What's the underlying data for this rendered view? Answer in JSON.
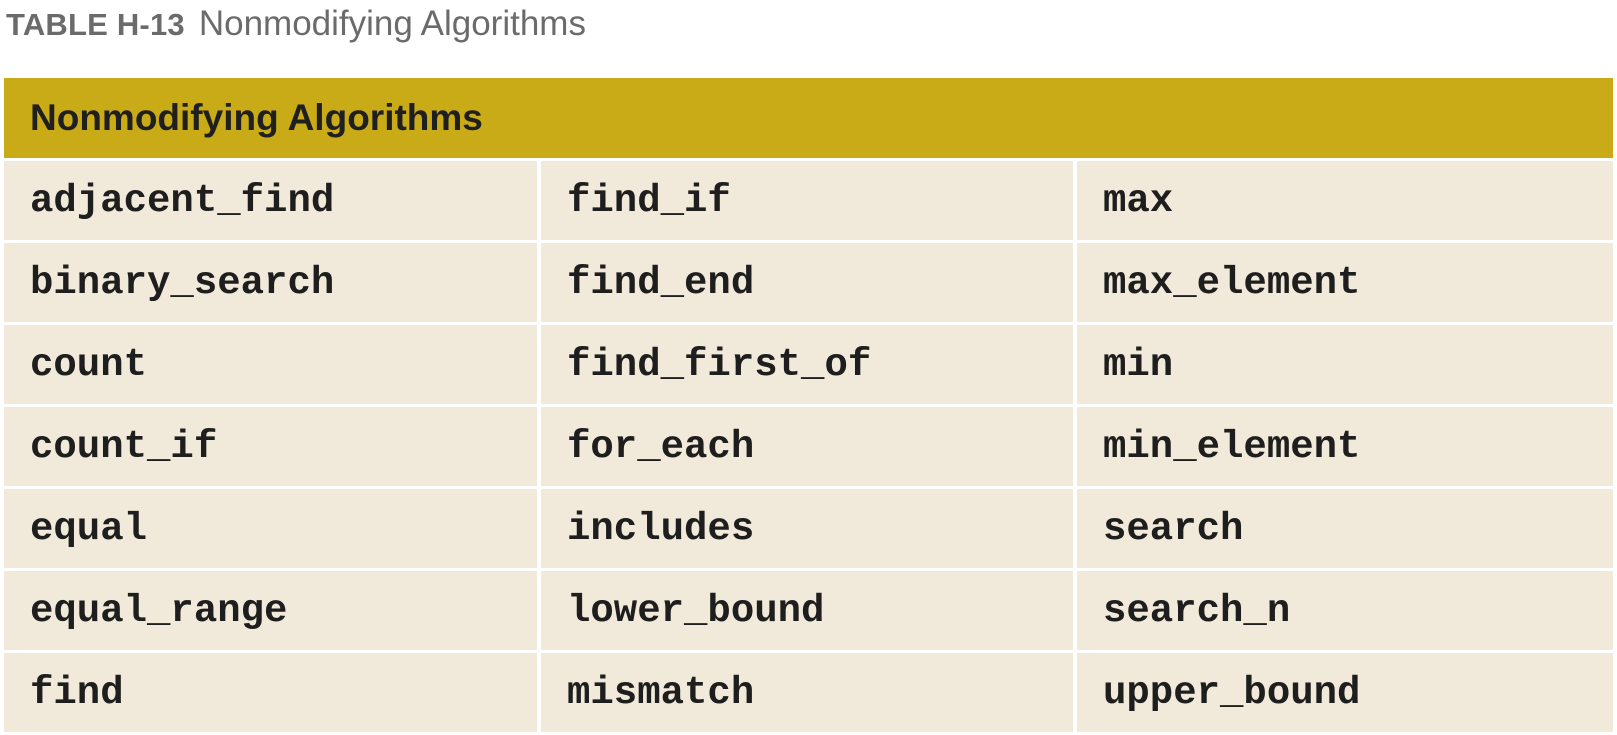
{
  "caption": {
    "label": "TABLE H-13",
    "title": "Nonmodifying Algorithms"
  },
  "table": {
    "header": "Nonmodifying Algorithms",
    "rows": [
      [
        "adjacent_find",
        "find_if",
        "max"
      ],
      [
        "binary_search",
        "find_end",
        "max_element"
      ],
      [
        "count",
        "find_first_of",
        "min"
      ],
      [
        "count_if",
        "for_each",
        "min_element"
      ],
      [
        "equal",
        "includes",
        "search"
      ],
      [
        "equal_range",
        "lower_bound",
        "search_n"
      ],
      [
        "find",
        "mismatch",
        "upper_bound"
      ]
    ]
  },
  "colors": {
    "header_bg": "#c9aa17",
    "cell_bg": "#f1e9d9",
    "caption_text": "#6b6b6b"
  }
}
